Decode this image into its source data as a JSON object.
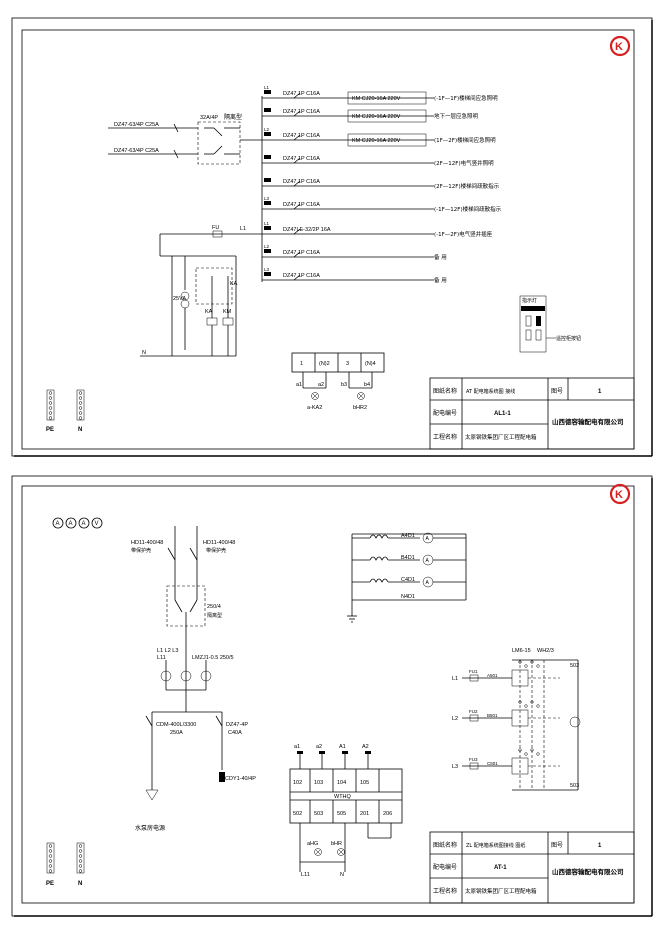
{
  "sheet1": {
    "incomers": [
      "DZ47-63/4P C25A",
      "DZ47-63/4P C25A"
    ],
    "switch_label": "32A/4P",
    "switch_type": "隔离型",
    "circuits": [
      {
        "id": "L1",
        "breaker": "DZ47 1P C16A",
        "contactor": "KM CJ20-16A 220V",
        "target": "(-1F—1F)楼梯间应急照明"
      },
      {
        "id": "",
        "breaker": "DZ47 1P C16A",
        "contactor": "KM CJ20-16A 220V",
        "target": "地下一层应急照明"
      },
      {
        "id": "L2",
        "breaker": "DZ47 1P C16A",
        "contactor": "KM CJ20-16A 220V",
        "target": "(1F—2F)楼梯间应急照明"
      },
      {
        "id": "",
        "breaker": "DZ47 1P C16A",
        "contactor": "",
        "target": "(2F—12F)电气竖井照明"
      },
      {
        "id": "",
        "breaker": "DZ47 1P C16A",
        "contactor": "",
        "target": "(2F—12F)楼梯间疏散指示"
      },
      {
        "id": "L3",
        "breaker": "DZ47 1P C16A",
        "contactor": "",
        "target": "(-1F—12F)楼梯间疏散指示"
      },
      {
        "id": "L1",
        "breaker": "DZ47LE-32/2P 16A",
        "contactor": "",
        "target": "(-1F—2F)电气竖井插座"
      },
      {
        "id": "L2",
        "breaker": "DZ47 1P C16A",
        "contactor": "",
        "target": "备 用"
      },
      {
        "id": "L3",
        "breaker": "DZ47 1P C16A",
        "contactor": "",
        "target": "备 用"
      }
    ],
    "fu_label": "FU",
    "l1_label": "L1",
    "n_label": "N",
    "transformer_label": "25VA",
    "ka_labels": [
      "KA",
      "KA",
      "KM"
    ],
    "terminal_top": [
      "1",
      "(N)2",
      "3",
      "(N)4"
    ],
    "terminal_bottom": [
      "a1",
      "a2",
      "b3",
      "b4"
    ],
    "lamps": [
      "a-KA2",
      "bHR2"
    ],
    "legend_title": "指示灯",
    "legend_note": "遥控柜按钮",
    "ground_labels": [
      "PE",
      "N"
    ],
    "title_block": {
      "row1_label": "图纸名称",
      "row1_value": "AT  配电箱系统图  接线",
      "row1_right_label": "图号",
      "row1_right_value": "1",
      "row2_label": "配电编号",
      "row2_value": "AL1-1",
      "company": "山西德容输配电有限公司",
      "row3_label": "工程名称",
      "row3_value": "太原钢铁集团厂区工程配电箱"
    },
    "logo_text": "K"
  },
  "sheet2": {
    "meters": [
      "A",
      "A",
      "A",
      "V"
    ],
    "switches": [
      {
        "model": "HD11-400/48",
        "note": "带保护壳"
      },
      {
        "model": "HD11-400/48",
        "note": "带保护壳"
      }
    ],
    "transfer_label": "250/4",
    "transfer_note": "隔离型",
    "bus_labels": [
      "L1 L2 L3",
      "L11"
    ],
    "ct_label": "LMZJ1-0.5 250/5",
    "breakers": [
      {
        "model": "CDM-400L/3300",
        "rating": "250A"
      },
      {
        "model": "DZ47-4P",
        "rating": "C40A"
      }
    ],
    "spd_label": "CDY1-40/4P",
    "ground_note": "水泵房电源",
    "ammeter_circuit": [
      "A4D1",
      "B4D1",
      "C4D1",
      "N4D1"
    ],
    "meter_circuit_left": [
      "L1",
      "L2",
      "L3"
    ],
    "meter_circuit_fu": [
      "FU1",
      "FU2",
      "FU3"
    ],
    "meter_circuit_ids": [
      "A501",
      "B501",
      "C501"
    ],
    "meter_circuit_top": [
      "LM6-15",
      "WH2/3"
    ],
    "meter_circuit_right": [
      "502",
      "503"
    ],
    "terminal_labels_top": [
      "a1",
      "a2",
      "A1",
      "A2"
    ],
    "terminal_top": [
      "102",
      "103",
      "104",
      "105"
    ],
    "terminal_mid": "WTHQ",
    "terminal_bottom": [
      "502",
      "503",
      "505",
      "201",
      "206"
    ],
    "lamps": [
      "aHG",
      "bHR"
    ],
    "bottom_labels": [
      "L11",
      "N"
    ],
    "ground_labels": [
      "PE",
      "N"
    ],
    "title_block": {
      "row1_label": "图纸名称",
      "row1_value": "ZL  配电箱系统图接线  图纸",
      "row1_right_label": "图号",
      "row1_right_value": "1",
      "row2_label": "配电编号",
      "row2_value": "AT-1",
      "company": "山西德容输配电有限公司",
      "row3_label": "工程名称",
      "row3_value": "太原钢铁集团厂区工程配电箱"
    },
    "logo_text": "K"
  },
  "colors": {
    "logo": "#d62020",
    "line": "#000000"
  }
}
